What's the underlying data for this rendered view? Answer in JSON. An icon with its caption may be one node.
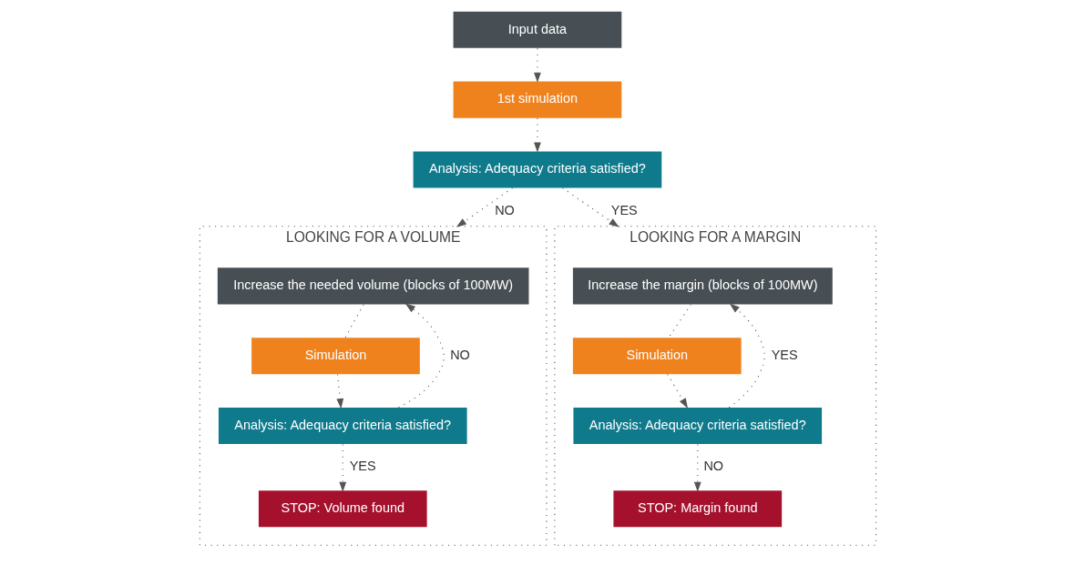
{
  "diagram": {
    "nodes": [
      {
        "text": [
          "Input data"
        ]
      },
      {
        "text": [
          "1st simulation"
        ]
      },
      {
        "text": [
          "Analysis: Adequacy criteria satisfied?"
        ]
      },
      {
        "text": [
          "LOOKING FOR A VOLUME"
        ]
      },
      {
        "text": [
          "Increase the needed volume (blocks of 100MW)"
        ],
        "in": 3
      },
      {
        "text": [
          "Simulation"
        ],
        "in": 3
      },
      {
        "text": [
          "Analysis: Adequacy criteria satisfied?"
        ],
        "in": 3
      },
      {
        "text": [
          "STOP: Volume found"
        ],
        "in": 3
      },
      {
        "text": [
          "LOOKING FOR A MARGIN"
        ]
      },
      {
        "text": [
          "Increase the margin (blocks of 100MW)"
        ],
        "in": 8
      },
      {
        "text": [
          "Simulation"
        ],
        "in": 8
      },
      {
        "text": [
          "Analysis: Adequacy criteria satisfied?"
        ],
        "in": 8
      },
      {
        "text": [
          "STOP: Margin found"
        ],
        "in": 8
      }
    ],
    "edges": [
      {
        "from": 0,
        "to": 1,
        "arrow": "to"
      },
      {
        "from": 1,
        "to": 2,
        "arrow": "to"
      },
      {
        "from": 2,
        "to": 3,
        "arrow": "to",
        "label": "NO"
      },
      {
        "from": 2,
        "to": 8,
        "arrow": "to",
        "label": "YES"
      },
      {
        "from": 4,
        "to": 5,
        "arrow": "none"
      },
      {
        "from": 5,
        "to": 6,
        "arrow": "to"
      },
      {
        "from": 6,
        "to": 4,
        "arrow": "to",
        "label": "NO"
      },
      {
        "from": 6,
        "to": 7,
        "arrow": "to",
        "label": "YES"
      },
      {
        "from": 9,
        "to": 10,
        "arrow": "none"
      },
      {
        "from": 10,
        "to": 11,
        "arrow": "to"
      },
      {
        "from": 11,
        "to": 9,
        "arrow": "to",
        "label": "YES"
      },
      {
        "from": 11,
        "to": 12,
        "arrow": "to",
        "label": "NO"
      }
    ]
  }
}
